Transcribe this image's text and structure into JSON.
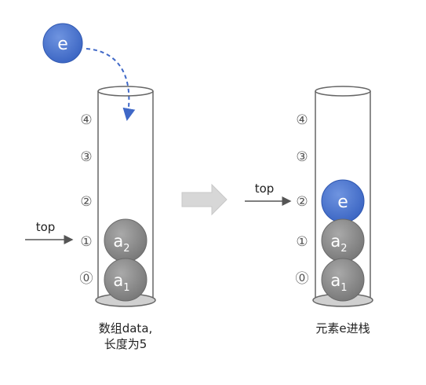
{
  "colors": {
    "ball_gray": "#8a8a8a",
    "ball_blue": "#4f7bd2",
    "tube_stroke": "#666666",
    "arrow_gray": "#d7d7d7",
    "dashed_arrow": "#3f68c7"
  },
  "left_panel": {
    "incoming_element": "e",
    "top_label": "top",
    "index_labels": [
      "④",
      "③",
      "②",
      "①",
      "⓪"
    ],
    "balls": [
      {
        "base": "a",
        "sub": "2"
      },
      {
        "base": "a",
        "sub": "1"
      }
    ],
    "caption_line1": "数组data,",
    "caption_line2": "长度为5"
  },
  "right_panel": {
    "top_label": "top",
    "index_labels": [
      "④",
      "③",
      "②",
      "①",
      "⓪"
    ],
    "balls": [
      {
        "base": "e",
        "sub": ""
      },
      {
        "base": "a",
        "sub": "2"
      },
      {
        "base": "a",
        "sub": "1"
      }
    ],
    "caption": "元素e进栈"
  }
}
